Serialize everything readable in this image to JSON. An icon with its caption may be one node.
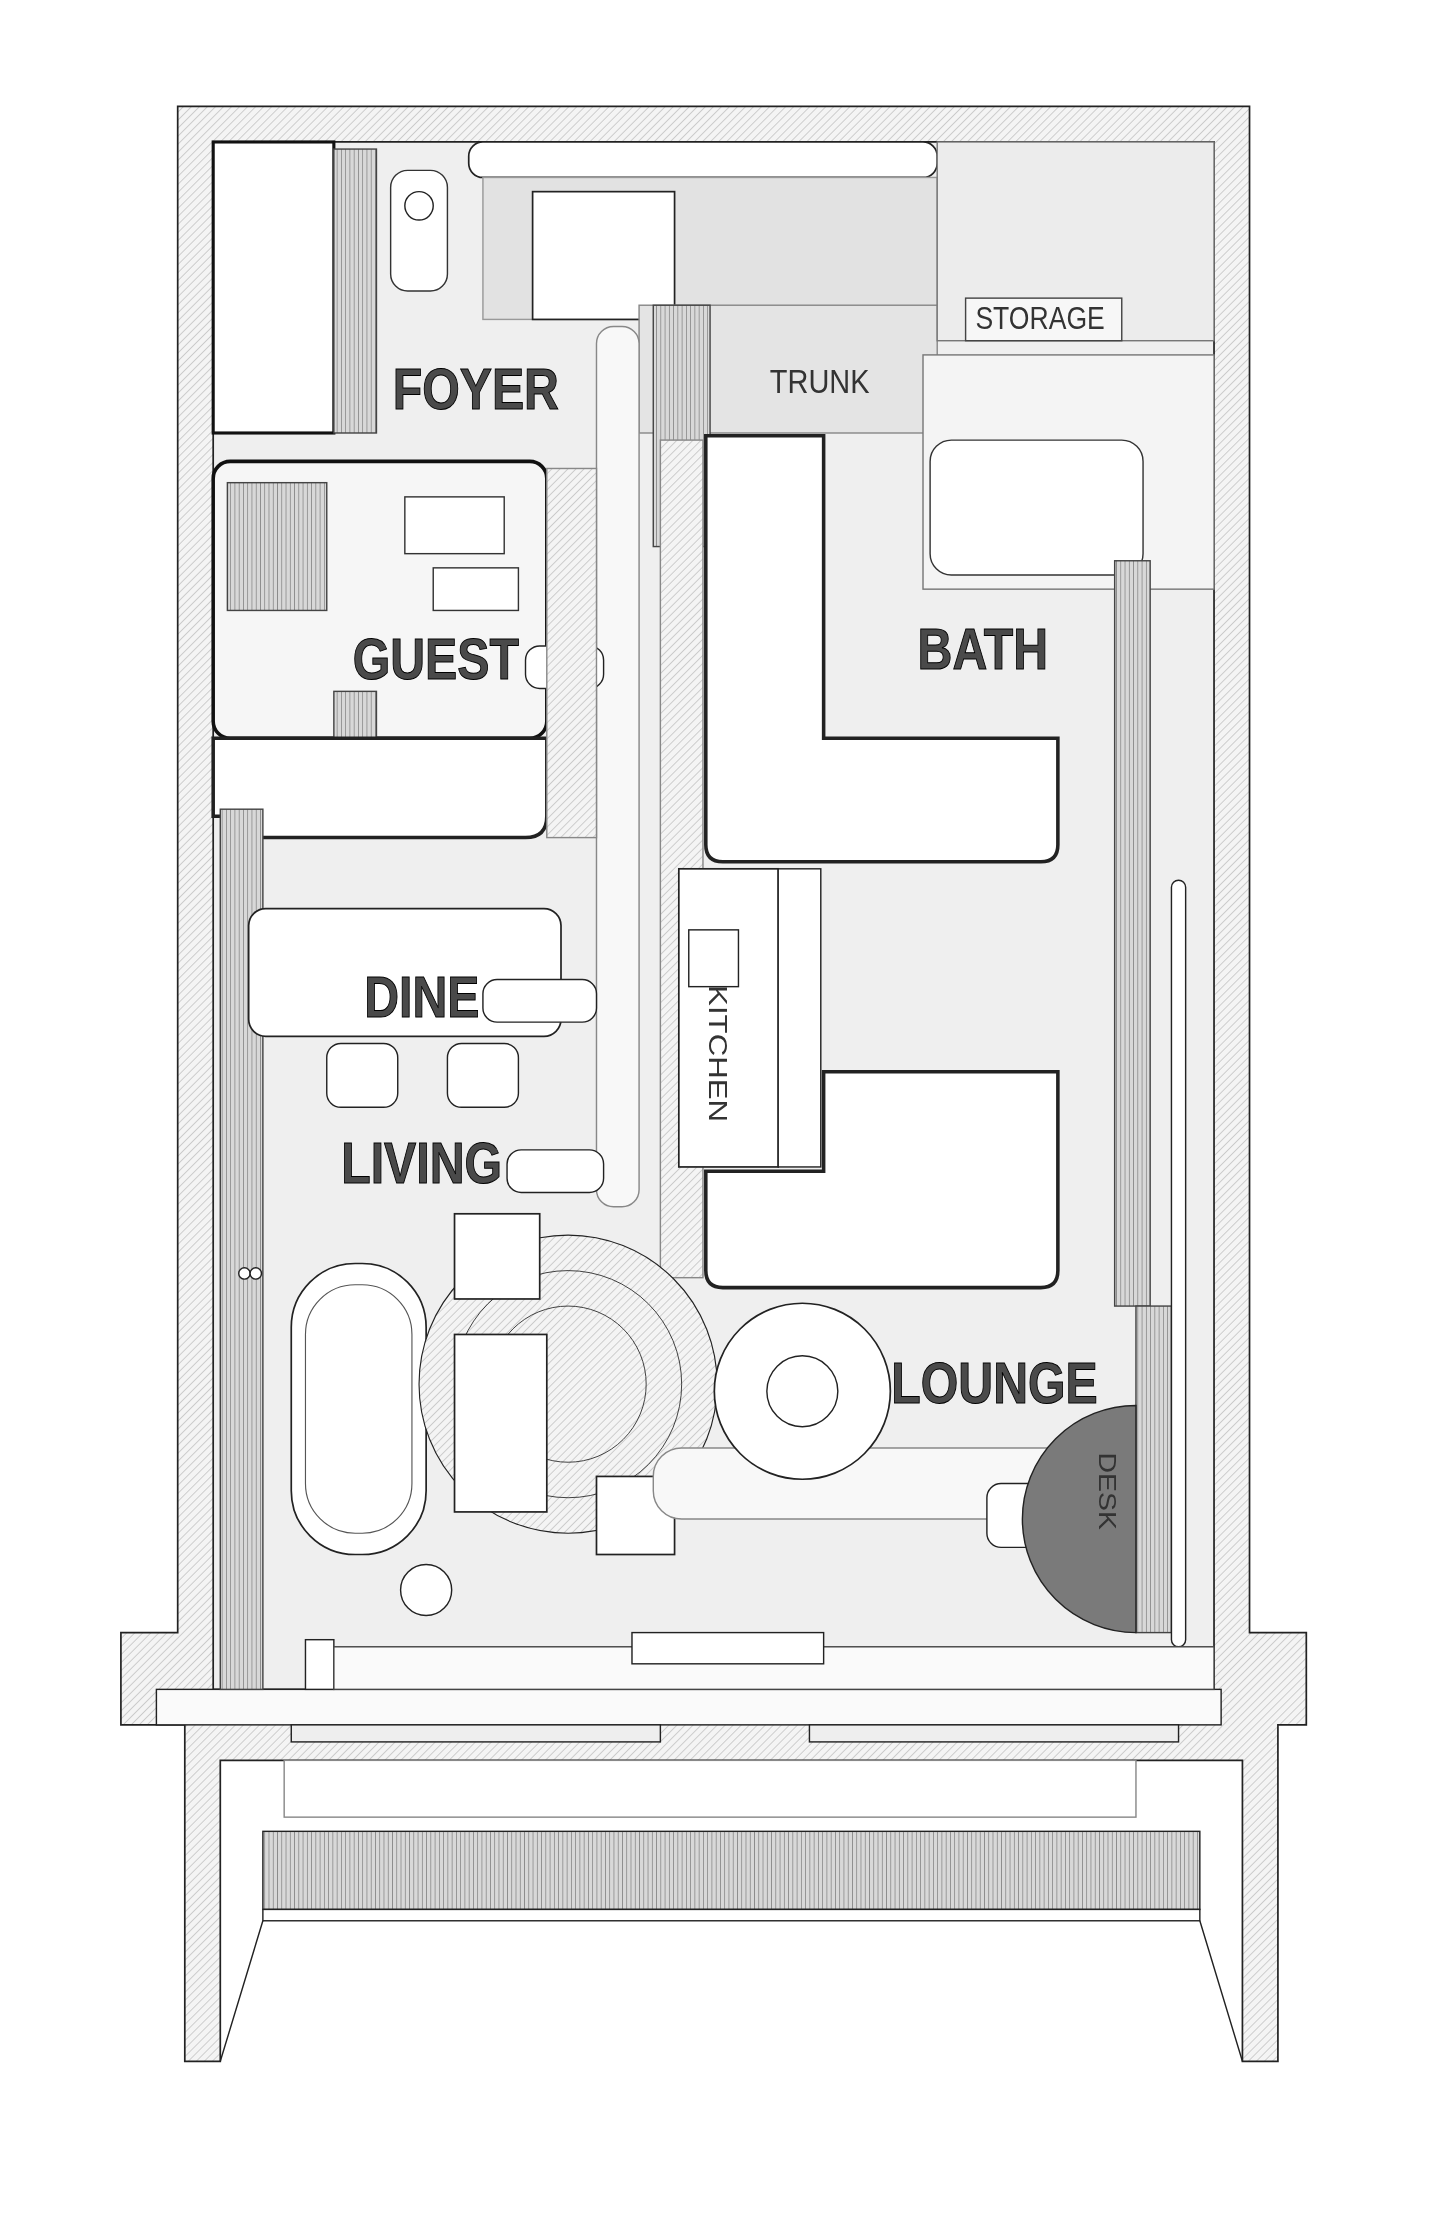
{
  "diagram": {
    "labels": [
      "STORAGE",
      "FOYER",
      "TRUNK",
      "GUEST",
      "BATH",
      "DINE",
      "KITCHEN",
      "LIVING",
      "LOUNGE",
      "DESK"
    ]
  }
}
